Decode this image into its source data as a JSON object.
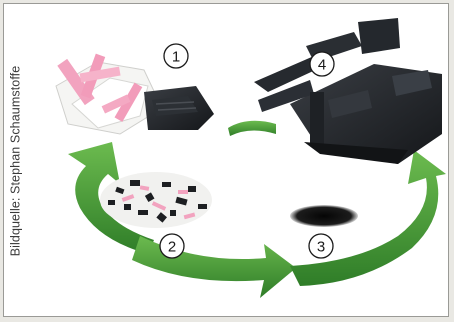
{
  "credit": "Bildquelle: Stephan Schaumstoffe",
  "steps": [
    {
      "number": "1"
    },
    {
      "number": "2"
    },
    {
      "number": "3"
    },
    {
      "number": "4"
    }
  ],
  "colors": {
    "arrow": "#4ea43a",
    "arrow_dark": "#2f7d28",
    "foam_white": "#f5f5f3",
    "foam_pink": "#f2a3bf",
    "foam_black": "#222427"
  }
}
